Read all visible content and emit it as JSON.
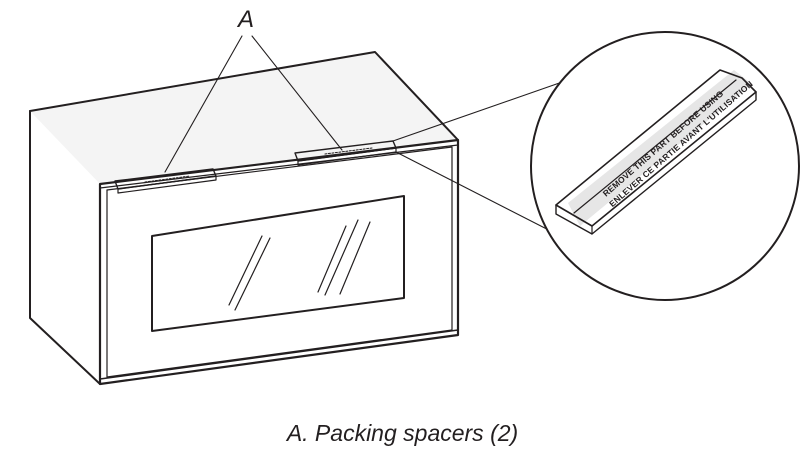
{
  "callout_letter": "A",
  "caption": "A. Packing spacers (2)",
  "spacer_text": {
    "line1": "REMOVE THIS PART BEFORE USING",
    "line2": "ENLEVER CE PARTIE AVANT L'UTILISATION"
  },
  "colors": {
    "line": "#231f20",
    "background": "#ffffff",
    "shadow": "#e6e6e6"
  },
  "icons": {
    "product": "microwave-oven-icon",
    "detail": "magnifier-detail-circle"
  }
}
